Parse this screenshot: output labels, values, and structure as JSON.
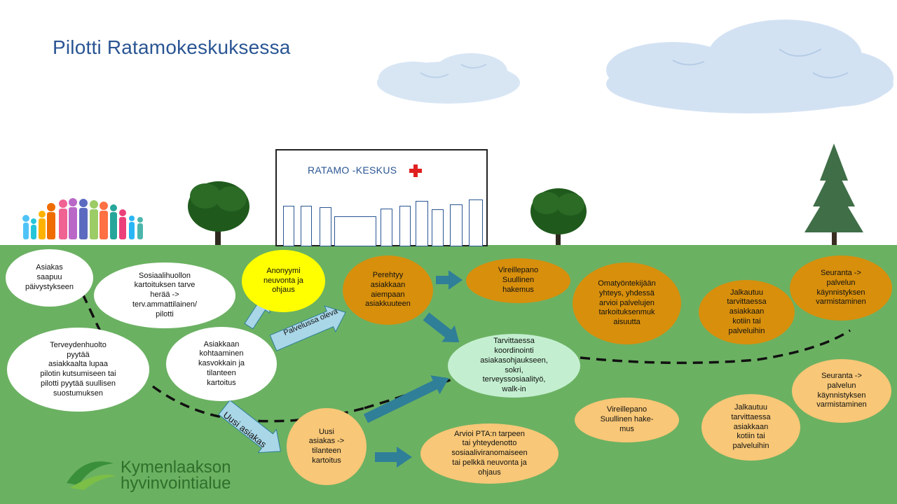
{
  "title": "Pilotti Ratamokeskuksessa",
  "building": {
    "name": "RATAMO -KESKUS"
  },
  "arrow_labels": {
    "palvelussa_oleva": "Palvelussa oleva",
    "uusi_asiakas": "Uusi asiakas"
  },
  "nodes": {
    "asiakas_saapuu": "Asiakas\nsaapuu\npäivystykseen",
    "sosiaalihuollon": "Sosiaalihuollon\nkartoituksen tarve\nherää ->\nterv.ammattilainen/\npilotti",
    "anonyymi": "Anonyymi\nneuvonta ja\nohjaus",
    "terveydenhuolto": "Terveydenhuolto\npyytää\nasiakkaalta lupaa\npilotin kutsumiseen tai\npilotti pyytää suullisen\nsuostumuksen",
    "kohtaaminen": "Asiakkaan\nkohtaaminen\nkasvokkain ja\ntilanteen\nkartoitus",
    "perehtyy": "Perehtyy\nasiakkaan\naiempaan\nasiakkuuteen",
    "vireillepano1": "Vireillepano\nSuullinen\nhakemus",
    "omatyontekija": "Omatyöntekijään\nyhteys, yhdessä\narvioi palvelujen\ntarkoituksenmuk\naisuutta",
    "jalkautuu1": "Jalkautuu\ntarvittaessa\nasiakkaan\nkotiin tai\npalveluihin",
    "seuranta1": "Seuranta ->\npalvelun\nkäynnistyksen\nvarmistaminen",
    "koordinointi": "Tarvittaessa\nkoordinointi\nasiakasohjaukseen,\nsokri,\nterveyssosiaalityö,\nwalk-in",
    "uusi_asiakas": "Uusi\nasiakas ->\ntilanteen\nkartoitus",
    "arvioi": "Arvioi PTA:n tarpeen\ntai yhteydenotto\nsosiaaliviranomaiseen\ntai pelkkä neuvonta ja\nohjaus",
    "vireillepano2": "Vireillepano\nSuullinen  hake-\nmus",
    "jalkautuu2": "Jalkautuu\ntarvittaessa\nasiakkaan\nkotiin tai\npalveluihin",
    "seuranta2": "Seuranta ->\npalvelun\nkäynnistyksen\nvarmistaminen"
  },
  "logo": {
    "line1": "Kymenlaakson",
    "line2": "hyvinvointialue"
  },
  "colors": {
    "ground": "#6bb162",
    "dark_orange": "#d88f0c",
    "light_orange": "#f8c777",
    "yellow": "#ffff00",
    "mint": "#c3efd0",
    "arrow_dark": "#2f7f99",
    "arrow_light": "#a9d7e8",
    "title": "#2a5593"
  }
}
